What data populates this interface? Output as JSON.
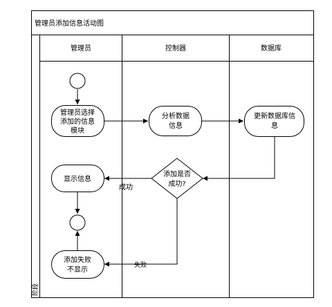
{
  "diagram": {
    "title": "管理员添加信息活动图",
    "side_label": "阶段",
    "lanes": [
      "管理员",
      "控制器",
      "数据库"
    ],
    "nodes": {
      "select_module": [
        "管理员选择",
        "添加的信息",
        "模块"
      ],
      "analyze": [
        "分析数据",
        "信息"
      ],
      "update_db": [
        "更新数据库信",
        "息"
      ],
      "decision": [
        "添加是否",
        "成功?"
      ],
      "show_info": [
        "显示信息"
      ],
      "fail": [
        "添加失败",
        "不显示"
      ]
    },
    "edges": {
      "success": "成功",
      "failure": "失败"
    }
  }
}
